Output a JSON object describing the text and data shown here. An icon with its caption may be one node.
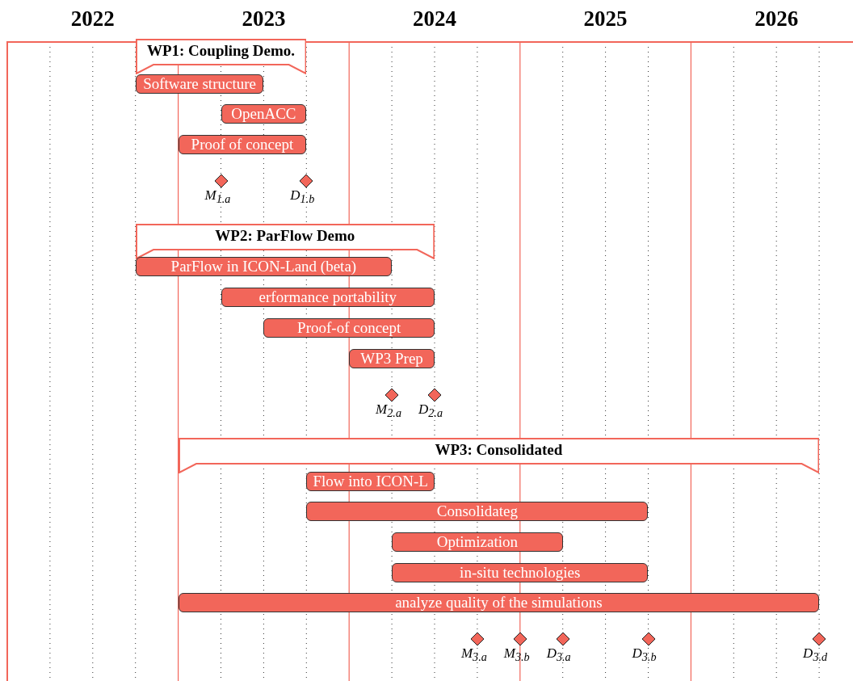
{
  "diagram": {
    "nodes": [
      {
        "text": [
          "WP1: Coupling Demo."
        ]
      },
      {
        "text": [
          "Software structure"
        ]
      },
      {
        "text": [
          "OpenACC"
        ]
      },
      {
        "text": [
          "Proof of concept"
        ]
      },
      {
        "text": [],
        "shape": "diamond",
        "beside": [
          "M$_{1.a}$"
        ]
      },
      {
        "text": [],
        "shape": "diamond",
        "beside": [
          "D$_{1.b}$"
        ]
      },
      {
        "text": [
          "WP2: ParFlow Demo"
        ]
      },
      {
        "text": [
          "ParFlow in ICON-Land (beta)"
        ]
      },
      {
        "text": [
          "erformance portability"
        ]
      },
      {
        "text": [
          "Proof-of concept"
        ]
      },
      {
        "text": [
          "WP3 Prep"
        ]
      },
      {
        "text": [],
        "shape": "diamond",
        "beside": [
          "M$_{2.a}$"
        ]
      },
      {
        "text": [],
        "shape": "diamond",
        "beside": [
          "D$_{2.a}$"
        ]
      },
      {
        "text": [
          "WP3: Consolidated"
        ]
      },
      {
        "text": [
          "Flow into ICON-L"
        ]
      },
      {
        "text": [
          "Consolidateg"
        ]
      },
      {
        "text": [
          "Optimization"
        ]
      },
      {
        "text": [
          "in-situ technologies"
        ]
      },
      {
        "text": [
          "analyze quality of the simulations"
        ]
      },
      {
        "text": [],
        "shape": "diamond",
        "beside": [
          "M$_{3.a}$"
        ]
      },
      {
        "text": [],
        "shape": "diamond",
        "beside": [
          "M$_{3.b}$"
        ]
      },
      {
        "text": [],
        "shape": "diamond",
        "beside": [
          "D$_{3.a}$"
        ]
      },
      {
        "text": [],
        "shape": "diamond",
        "beside": [
          "D$_{3.b}$"
        ]
      },
      {
        "text": [],
        "shape": "diamond",
        "beside": [
          "D$_{3.d}$"
        ]
      }
    ],
    "edges": [],
    "labels": [
      "2022",
      "2023",
      "2024",
      "2025",
      "2026"
    ]
  }
}
